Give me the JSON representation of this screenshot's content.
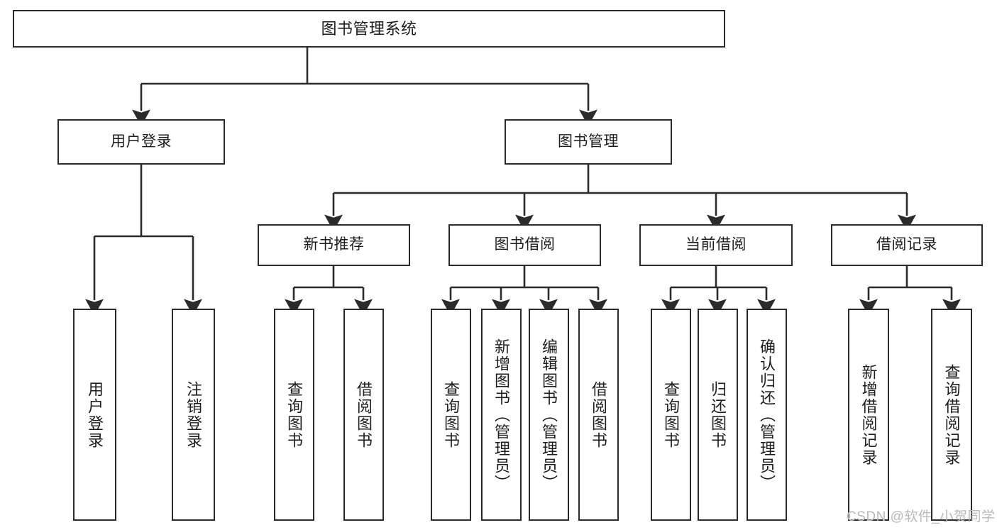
{
  "diagram": {
    "title": "图书管理系统",
    "type": "功能结构图",
    "style": {
      "background": "#ffffff",
      "node_border": "#2b2b2b",
      "node_fill": "#ffffff",
      "edge_color": "#2b2b2b",
      "text_color": "#1d1d1d",
      "watermark_color": "#b9b9b9"
    },
    "root": {
      "label": "图书管理系统"
    },
    "level2": [
      {
        "label": "用户登录"
      },
      {
        "label": "图书管理"
      }
    ],
    "level3": [
      {
        "label": "新书推荐"
      },
      {
        "label": "图书借阅"
      },
      {
        "label": "当前借阅"
      },
      {
        "label": "借阅记录"
      }
    ],
    "leaves_user_login": [
      {
        "label": "用户登录"
      },
      {
        "label": "注销登录"
      }
    ],
    "leaves_new_books": [
      {
        "label": "查询图书"
      },
      {
        "label": "借阅图书"
      }
    ],
    "leaves_borrow": [
      {
        "label": "查询图书"
      },
      {
        "label": "新增图书（管理员）"
      },
      {
        "label": "编辑图书（管理员）"
      },
      {
        "label": "借阅图书"
      }
    ],
    "leaves_current": [
      {
        "label": "查询图书"
      },
      {
        "label": "归还图书"
      },
      {
        "label": "确认归还（管理员）"
      }
    ],
    "leaves_records": [
      {
        "label": "新增借阅记录"
      },
      {
        "label": "查询借阅记录"
      }
    ],
    "watermark": "CSDN @软件_小贺同学"
  }
}
